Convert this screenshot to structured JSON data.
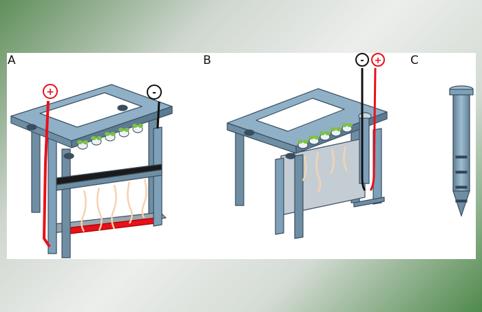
{
  "panels": {
    "a": {
      "label": "A"
    },
    "b": {
      "label": "B"
    },
    "c": {
      "label": "C"
    }
  },
  "electrodes": {
    "positive_symbol": "+",
    "negative_symbol": "-"
  },
  "colors": {
    "frame": "#7ea0b8",
    "frame_dark": "#3a4e60",
    "positive_wire": "#e8101a",
    "negative_wire": "#111111",
    "root": "#f4d3b0",
    "leaf": "#7ec04a"
  }
}
